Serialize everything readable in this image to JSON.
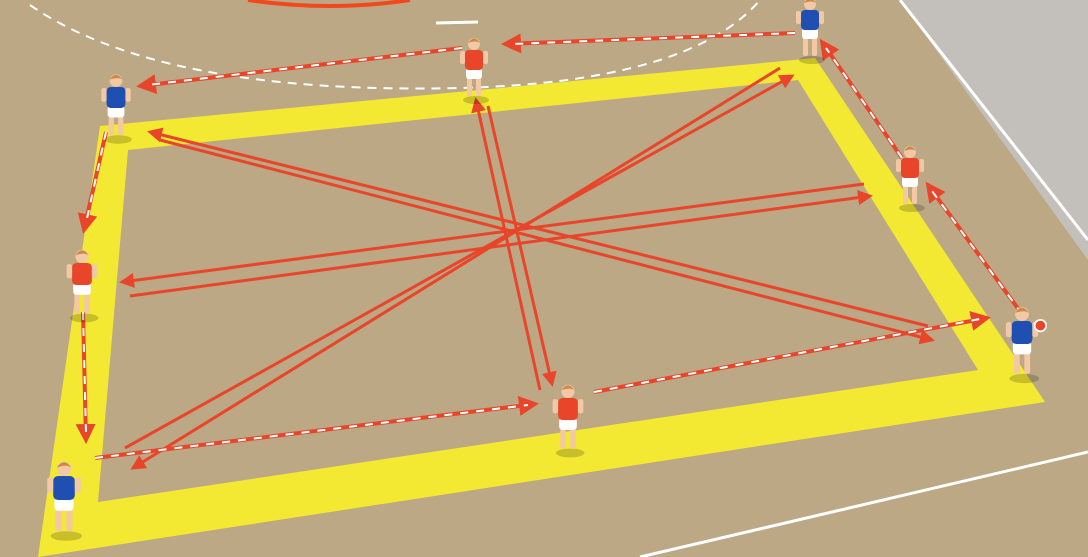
{
  "scene": {
    "colors": {
      "court_floor": "#bca884",
      "court_floor_dark": "#a9956f",
      "outer_floor": "#c3c0bb",
      "court_line": "#ffffff",
      "zone_line": "#f0491f",
      "square_band": "#f3e832",
      "pass_arrow": "#e8452b",
      "run_arrow_red": "#e8452b",
      "run_arrow_white": "#ffffff",
      "team_red": "#e8452b",
      "team_blue": "#1f4fb0"
    },
    "players": [
      {
        "id": "red-top-center",
        "team": "red",
        "has_ball": false
      },
      {
        "id": "blue-top-right",
        "team": "blue",
        "has_ball": false
      },
      {
        "id": "blue-top-left",
        "team": "blue",
        "has_ball": false
      },
      {
        "id": "red-right",
        "team": "red",
        "has_ball": false
      },
      {
        "id": "red-left",
        "team": "red",
        "has_ball": false
      },
      {
        "id": "blue-bottom-right",
        "team": "blue",
        "has_ball": true
      },
      {
        "id": "red-bottom-center",
        "team": "red",
        "has_ball": false
      },
      {
        "id": "blue-bottom-left",
        "team": "blue",
        "has_ball": false
      }
    ],
    "pass_arrow_icon": "solid-red-arrow-icon",
    "run_arrow_icon": "dashed-red-white-arrow-icon"
  }
}
